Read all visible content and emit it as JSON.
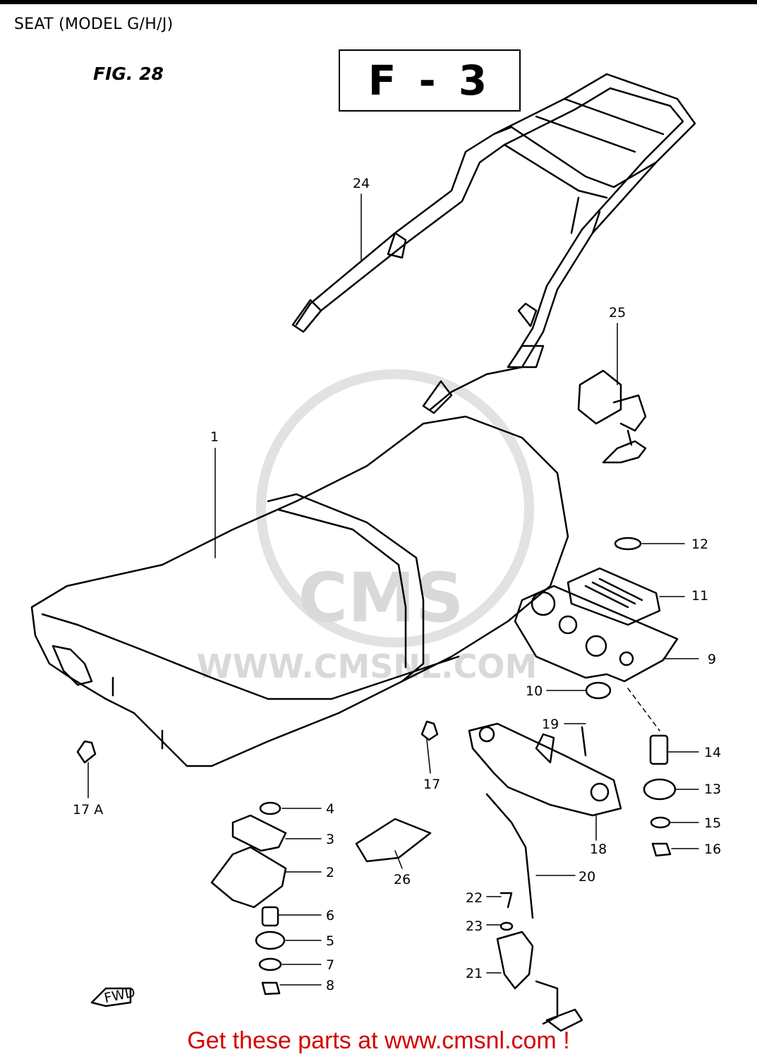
{
  "header": {
    "title": "SEAT (MODEL G/H/J)",
    "fig": "FIG. 28",
    "box": "F - 3"
  },
  "watermark": {
    "text": "WWW.CMSNL.COM",
    "logo": "CMS"
  },
  "footer": {
    "text": "Get these parts at www.cmsnl.com !"
  },
  "fwd_label": "FWD",
  "callouts": {
    "c1": "1",
    "c2": "2",
    "c3": "3",
    "c4": "4",
    "c5": "5",
    "c6": "6",
    "c7": "7",
    "c8": "8",
    "c9": "9",
    "c10": "10",
    "c11": "11",
    "c12": "12",
    "c13": "13",
    "c14": "14",
    "c15": "15",
    "c16": "16",
    "c17": "17",
    "c17a": "17 A",
    "c18": "18",
    "c19": "19",
    "c20": "20",
    "c21": "21",
    "c22": "22",
    "c23": "23",
    "c24": "24",
    "c25": "25",
    "c26": "26"
  },
  "colors": {
    "ink": "#000000",
    "footer": "#d40000",
    "watermark": "#d9d9d9"
  }
}
